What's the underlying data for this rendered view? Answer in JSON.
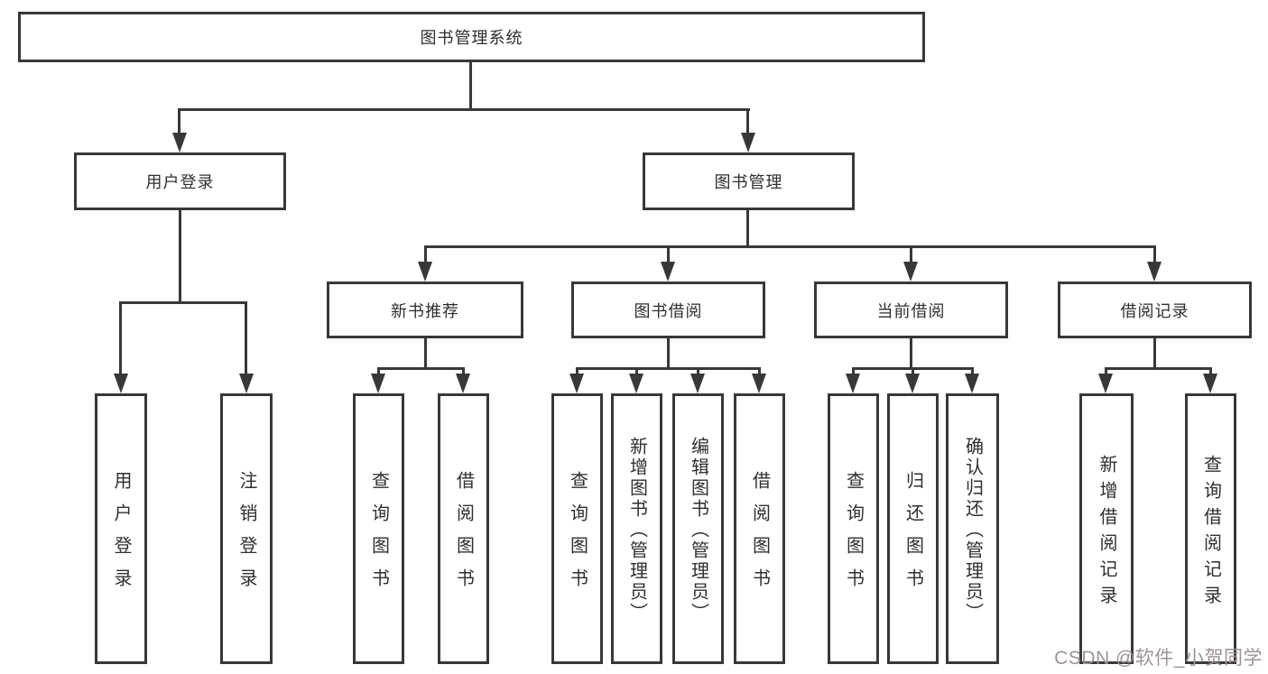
{
  "diagram_title": "图书管理系统",
  "colors": {
    "line": "#383838",
    "box_border": "#383838",
    "text": "#2f2f2f",
    "watermark": "#9d9494",
    "background": "#ffffff"
  },
  "tree": {
    "root": {
      "label": "图书管理系统"
    },
    "branches": [
      {
        "label": "用户登录",
        "children": [
          {
            "label": "用户登录"
          },
          {
            "label": "注销登录"
          }
        ]
      },
      {
        "label": "图书管理",
        "children": [
          {
            "label": "新书推荐",
            "children": [
              {
                "label": "查询图书"
              },
              {
                "label": "借阅图书"
              }
            ]
          },
          {
            "label": "图书借阅",
            "children": [
              {
                "label": "查询图书"
              },
              {
                "label": "新增图书（管理员）"
              },
              {
                "label": "编辑图书（管理员）"
              },
              {
                "label": "借阅图书"
              }
            ]
          },
          {
            "label": "当前借阅",
            "children": [
              {
                "label": "查询图书"
              },
              {
                "label": "归还图书"
              },
              {
                "label": "确认归还（管理员）"
              }
            ]
          },
          {
            "label": "借阅记录",
            "children": [
              {
                "label": "新增借阅记录"
              },
              {
                "label": "查询借阅记录"
              }
            ]
          }
        ]
      }
    ]
  },
  "watermark": {
    "text": "CSDN @软件_小贺同学"
  }
}
